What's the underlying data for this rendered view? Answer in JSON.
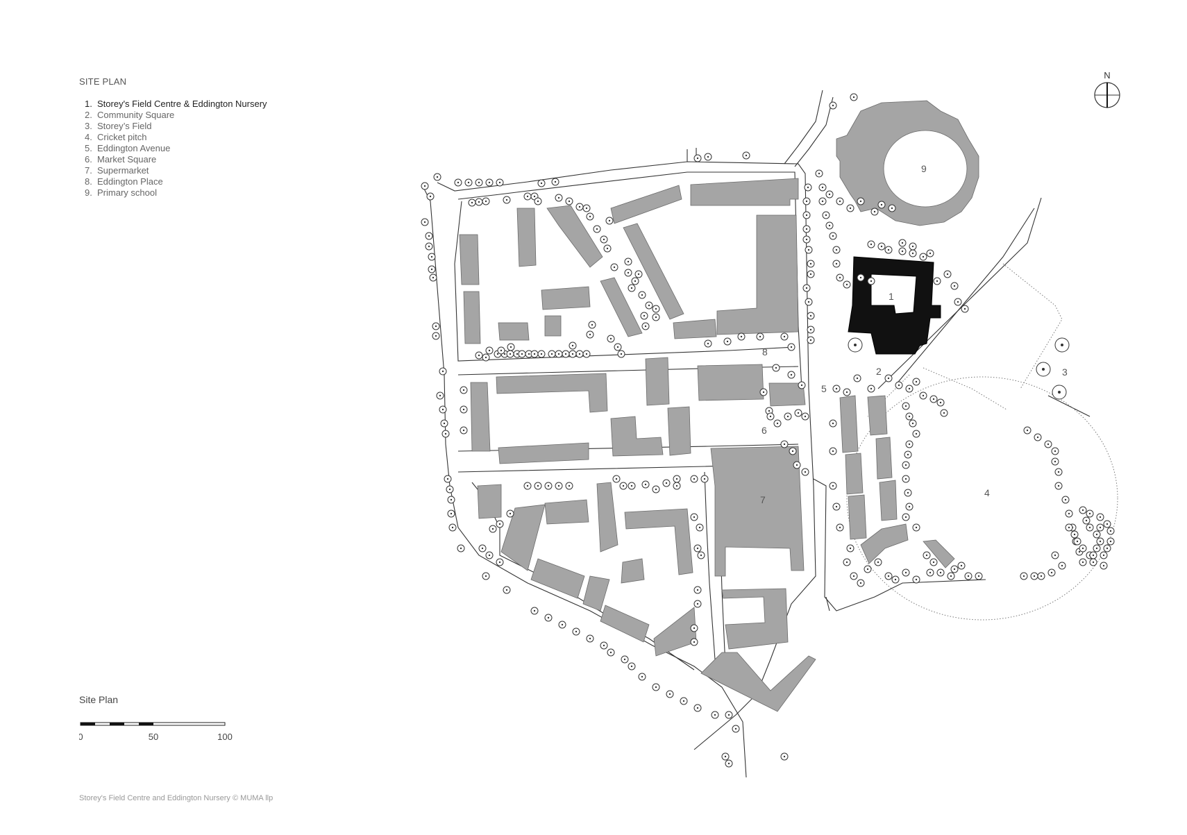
{
  "header": {
    "title": "SITE PLAN"
  },
  "legend": [
    {
      "num": "1.",
      "label": "Storey's Field Centre & Eddington Nursery"
    },
    {
      "num": "2.",
      "label": "Community Square"
    },
    {
      "num": "3.",
      "label": "Storey’s Field"
    },
    {
      "num": "4.",
      "label": "Cricket pitch"
    },
    {
      "num": "5.",
      "label": "Eddington Avenue"
    },
    {
      "num": "6.",
      "label": "Market Square"
    },
    {
      "num": "7.",
      "label": "Supermarket"
    },
    {
      "num": "8.",
      "label": "Eddington Place"
    },
    {
      "num": "9.",
      "label": "Primary school"
    }
  ],
  "scale": {
    "title": "Site Plan",
    "ticks": [
      "0",
      "50",
      "100"
    ]
  },
  "north": {
    "label": "N"
  },
  "map_labels": [
    "1",
    "2",
    "3",
    "4",
    "5",
    "6",
    "7",
    "8",
    "9"
  ],
  "credit": "Storey's Field Centre and Eddington Nursery © MUMA llp",
  "colors": {
    "building": "#a5a5a5",
    "highlight": "#111111",
    "road": "#333333"
  }
}
